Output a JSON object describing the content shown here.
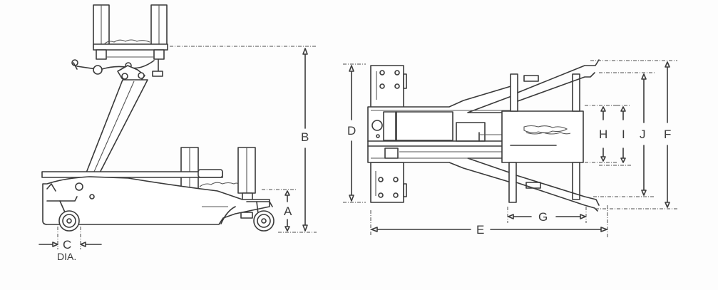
{
  "diagram": {
    "subject": "Transmission jack dimension drawing",
    "side_view": {
      "labels": {
        "A": "A",
        "B": "B",
        "C": "C",
        "C_note": "DIA."
      }
    },
    "top_view": {
      "labels": {
        "D": "D",
        "E": "E",
        "F": "F",
        "G": "G",
        "H": "H",
        "I": "I",
        "J": "J"
      }
    },
    "colors": {
      "line": "#3a3a3a",
      "background": "#fdfdfd"
    }
  }
}
